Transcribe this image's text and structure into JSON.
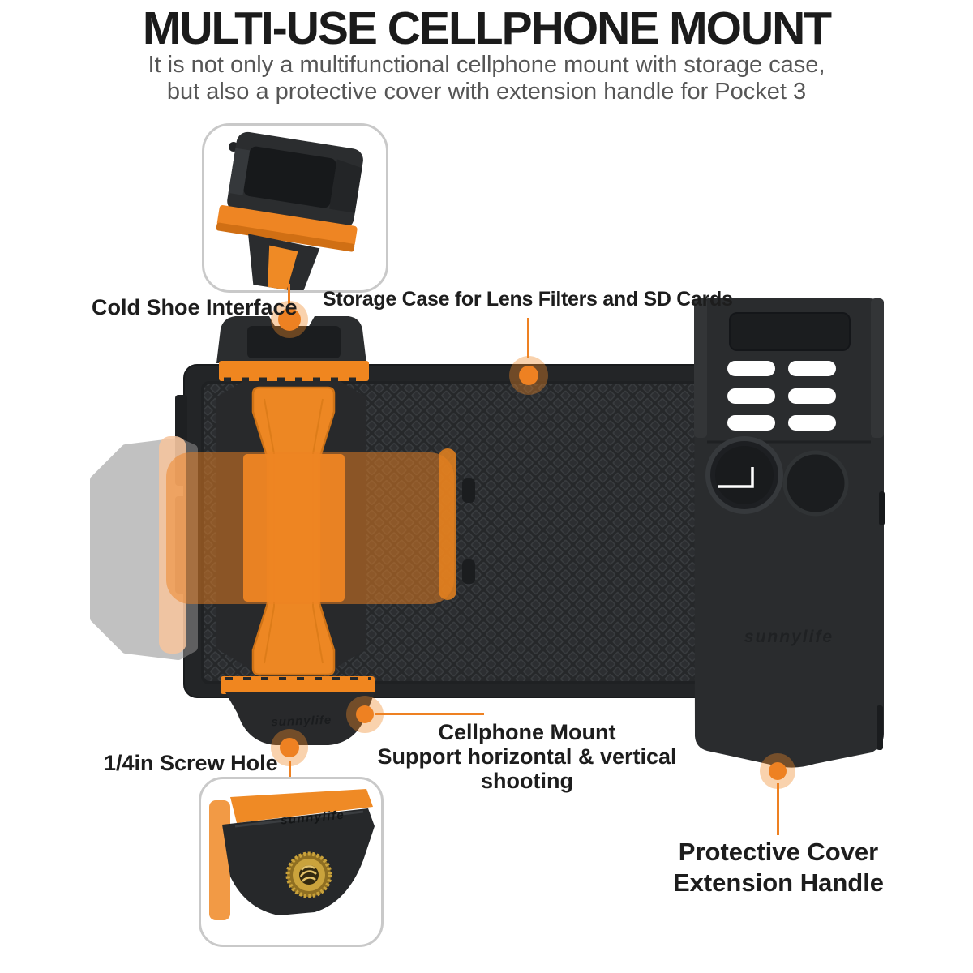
{
  "header": {
    "title": "MULTI-USE CELLPHONE MOUNT",
    "subtitle_line1": "It is not only a multifunctional cellphone mount with storage case,",
    "subtitle_line2": "but also a protective cover with extension handle for Pocket 3"
  },
  "callouts": {
    "cold_shoe": {
      "label": "Cold Shoe Interface"
    },
    "storage_case": {
      "label": "Storage Case for Lens Filters and SD Cards"
    },
    "cellphone_mount": {
      "label_line1": "Cellphone Mount",
      "label_line2": "Support horizontal & vertical shooting"
    },
    "screw_hole": {
      "label": "1/4in Screw Hole"
    },
    "protective_cover": {
      "label_line1": "Protective Cover",
      "label_line2": "Extension Handle"
    }
  },
  "product": {
    "brand_wordmark": "sunnylife"
  },
  "colors": {
    "accent_orange": "#EE8122",
    "halo_orange": "rgba(240,138,40,0.38)",
    "pad_orange": "#ED8723",
    "peach_ghost": "#F7C49C",
    "product_black": "#26282A",
    "texture_highlight": "#393C3F",
    "slot_white": "#FFFFFF",
    "screw_brass": "#C9A23B",
    "title_text": "#1B1B1B",
    "subtitle_text": "#565656",
    "label_text": "#1D1D1D",
    "inset_border": "#C9C9C9",
    "background": "#FFFFFF"
  }
}
